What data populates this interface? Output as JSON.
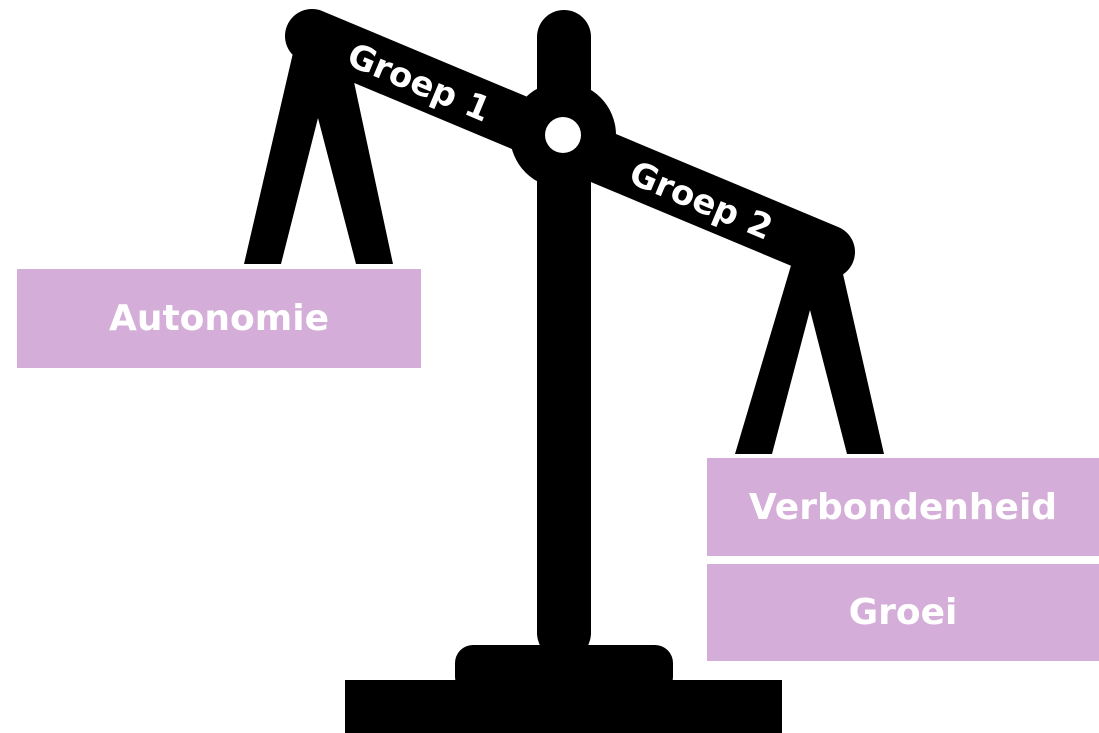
{
  "colors": {
    "scale": "#000000",
    "box_fill": "#d4aed8",
    "text": "#ffffff"
  },
  "beam": {
    "left_label": "Groep 1",
    "right_label": "Groep 2"
  },
  "left_pan": {
    "items": [
      "Autonomie"
    ]
  },
  "right_pan": {
    "items": [
      "Verbondenheid",
      "Groei"
    ]
  }
}
